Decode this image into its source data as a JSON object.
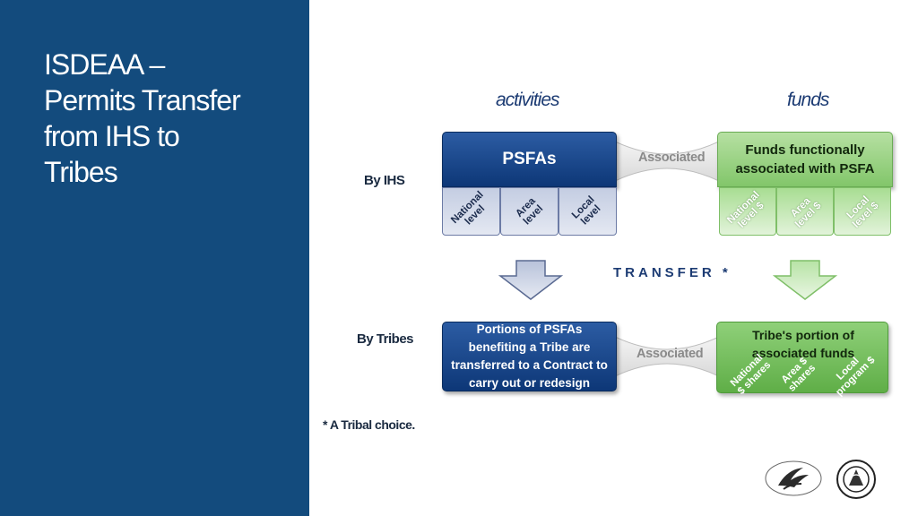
{
  "title_lines": [
    "ISDEAA –",
    "Permits Transfer",
    "from IHS to",
    "Tribes"
  ],
  "columns": {
    "left": "activities",
    "right": "funds"
  },
  "rows": {
    "top": "By IHS",
    "bottom": "By Tribes"
  },
  "top_left_box": "PSFAs",
  "top_left_cells": [
    [
      "National",
      "level"
    ],
    [
      "Area",
      "level"
    ],
    [
      "Local",
      "level"
    ]
  ],
  "top_right_box": [
    "Funds  functionally",
    "associated with PSFA"
  ],
  "top_right_cells": [
    [
      "National",
      "level $"
    ],
    [
      "Area",
      "level $"
    ],
    [
      "Local",
      "level $"
    ]
  ],
  "associated_label": "Associated",
  "transfer_label": "TRANSFER *",
  "bottom_left_box": [
    "Portions of PSFAs",
    "benefiting a Tribe are",
    "transferred to a Contract to",
    "carry out or redesign"
  ],
  "bottom_right_box": [
    "Tribe's portion of",
    "associated funds"
  ],
  "bottom_right_shares": [
    [
      "National",
      "$ shares"
    ],
    [
      "Area $",
      "shares"
    ],
    [
      "Local",
      "program $"
    ]
  ],
  "footnote": "* A Tribal choice.",
  "colors": {
    "sidebar": "#134b7d",
    "navy": "#0d3777",
    "green": "#82c66a"
  }
}
